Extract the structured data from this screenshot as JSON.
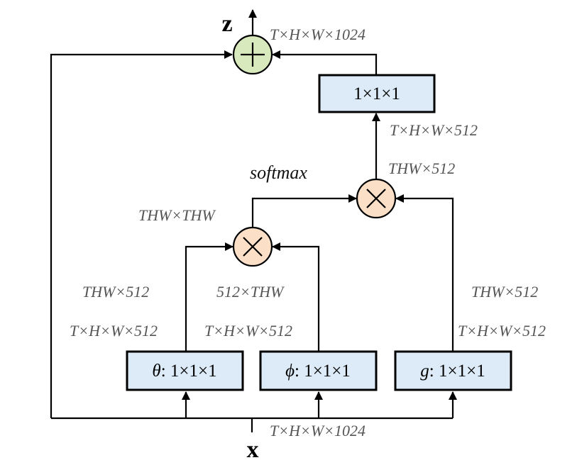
{
  "io": {
    "input_label": "x",
    "output_label": "z"
  },
  "boxes": {
    "theta": {
      "symbol": "θ",
      "rest": ": 1×1×1"
    },
    "phi": {
      "symbol": "ϕ",
      "rest": ": 1×1×1"
    },
    "g": {
      "symbol": "g",
      "rest": ": 1×1×1"
    },
    "out": {
      "label": "1×1×1"
    }
  },
  "operations": {
    "mul_symbol": "⊗",
    "add_symbol": "⊕",
    "softmax": "softmax"
  },
  "dims": {
    "input": "T×H×W×1024",
    "output": "T×H×W×1024",
    "theta_out": "T×H×W×512",
    "theta_reshaped": "THW×512",
    "phi_out": "T×H×W×512",
    "phi_reshaped": "512×THW",
    "g_out": "T×H×W×512",
    "g_reshaped": "THW×512",
    "attention": "THW×THW",
    "weighted": "THW×512",
    "reshaped_back": "T×H×W×512"
  }
}
